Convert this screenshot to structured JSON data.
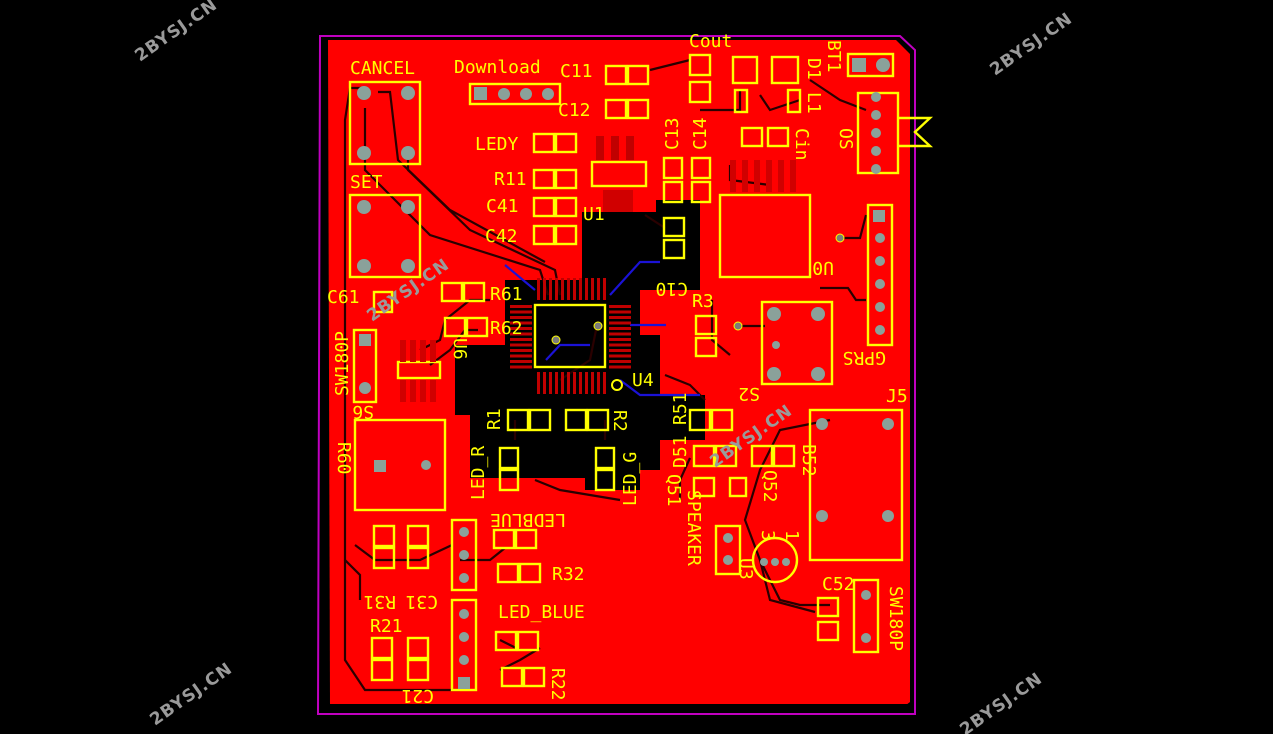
{
  "board": {
    "copper_color": "#ff0000",
    "silkscreen_color": "#ffff00",
    "outline_color": "#c000c0",
    "void_color": "#000000"
  },
  "watermark": {
    "text": "2BYSJ.CN",
    "color": "#9a9a9a"
  },
  "labels": {
    "cancel": "CANCEL",
    "download": "Download",
    "c11": "C11",
    "cout": "Cout",
    "d1": "D1",
    "bt1": "BT1",
    "c12": "C12",
    "l1": "L1",
    "ledy": "LEDY",
    "c13": "C13",
    "c14": "C14",
    "cin": "Cin",
    "os": "OS",
    "r11": "R11",
    "set": "SET",
    "c41": "C41",
    "u1": "U1",
    "c42": "C42",
    "c10": "C10",
    "u0": "U0",
    "c61": "C61",
    "r61": "R61",
    "r3": "R3",
    "r62": "R62",
    "u6": "U6",
    "sw180p_left": "SW180P",
    "gprs": "GPRS",
    "u4": "U4",
    "s6": "S6",
    "r1": "R1",
    "r2": "R2",
    "r51": "R51",
    "s2": "S2",
    "j5": "J5",
    "r60": "R60",
    "led_r": "LED_R",
    "led_g": "LED_G",
    "d51": "D51",
    "b52": "B52",
    "q51": "Q51",
    "q52": "Q52",
    "ledblue": "LEDBLUE",
    "speaker": "SPEAKER",
    "r32": "R32",
    "u3": "U3",
    "c52": "C52",
    "sw180p_right": "SW180P",
    "r31": "R31",
    "c31": "C31",
    "r21": "R21",
    "led_blue": "LED_BLUE",
    "c21": "C21",
    "r22": "R22",
    "pin1": "1",
    "pin3": "3"
  }
}
